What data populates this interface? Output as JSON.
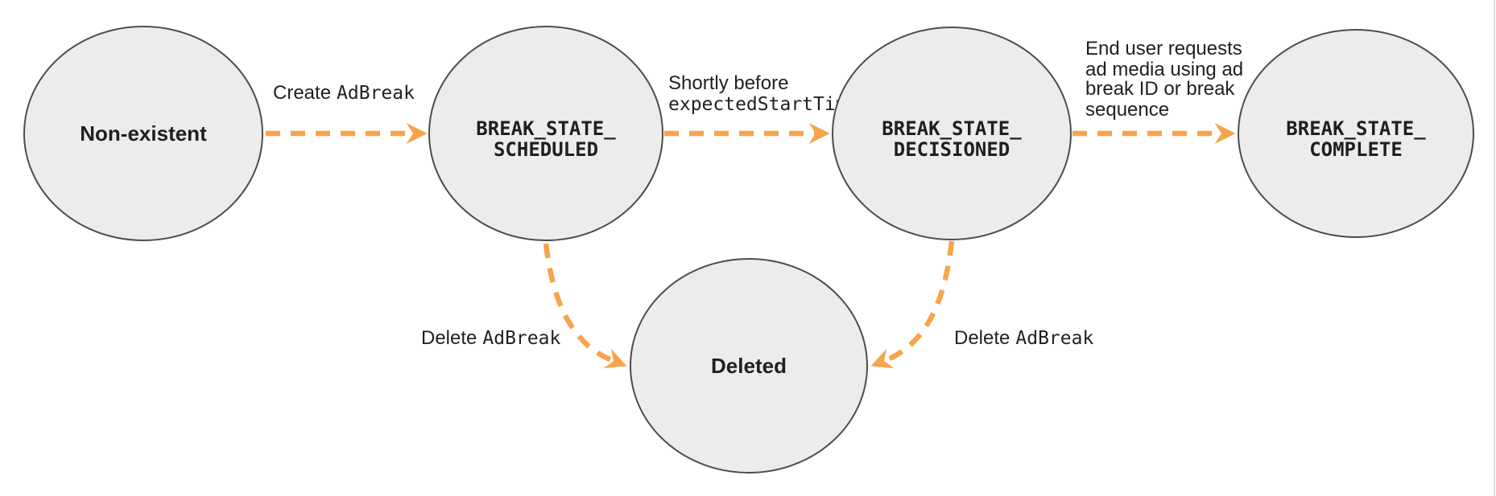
{
  "diagram": {
    "colors": {
      "arrow_orange": "#F7A44C",
      "node_fill": "#ECECEC",
      "node_stroke": "#4D4D4D",
      "text": "#1F1F1F",
      "right_border": "#DCDCDC"
    },
    "nodes": {
      "non_existent": {
        "label": "Non-existent"
      },
      "scheduled": {
        "line1": "BREAK_STATE_",
        "line2": "SCHEDULED"
      },
      "decisioned": {
        "line1": "BREAK_STATE_",
        "line2": "DECISIONED"
      },
      "complete": {
        "line1": "BREAK_STATE_",
        "line2": "COMPLETE"
      },
      "deleted": {
        "label": "Deleted"
      }
    },
    "edges": {
      "create": {
        "from": "non_existent",
        "to": "scheduled",
        "label_plain": "Create",
        "label_code": "AdBreak"
      },
      "decision": {
        "from": "scheduled",
        "to": "decisioned",
        "label_line1": "Shortly before",
        "label_line2_code": "expectedStartTime"
      },
      "complete": {
        "from": "decisioned",
        "to": "complete",
        "label_line1": "End user requests",
        "label_line2": "ad media using ad",
        "label_line3": "break ID or break",
        "label_line4": "sequence"
      },
      "delete_from_scheduled": {
        "from": "scheduled",
        "to": "deleted",
        "label_plain": "Delete",
        "label_code": "AdBreak"
      },
      "delete_from_decisioned": {
        "from": "decisioned",
        "to": "deleted",
        "label_plain": "Delete",
        "label_code": "AdBreak"
      }
    }
  }
}
